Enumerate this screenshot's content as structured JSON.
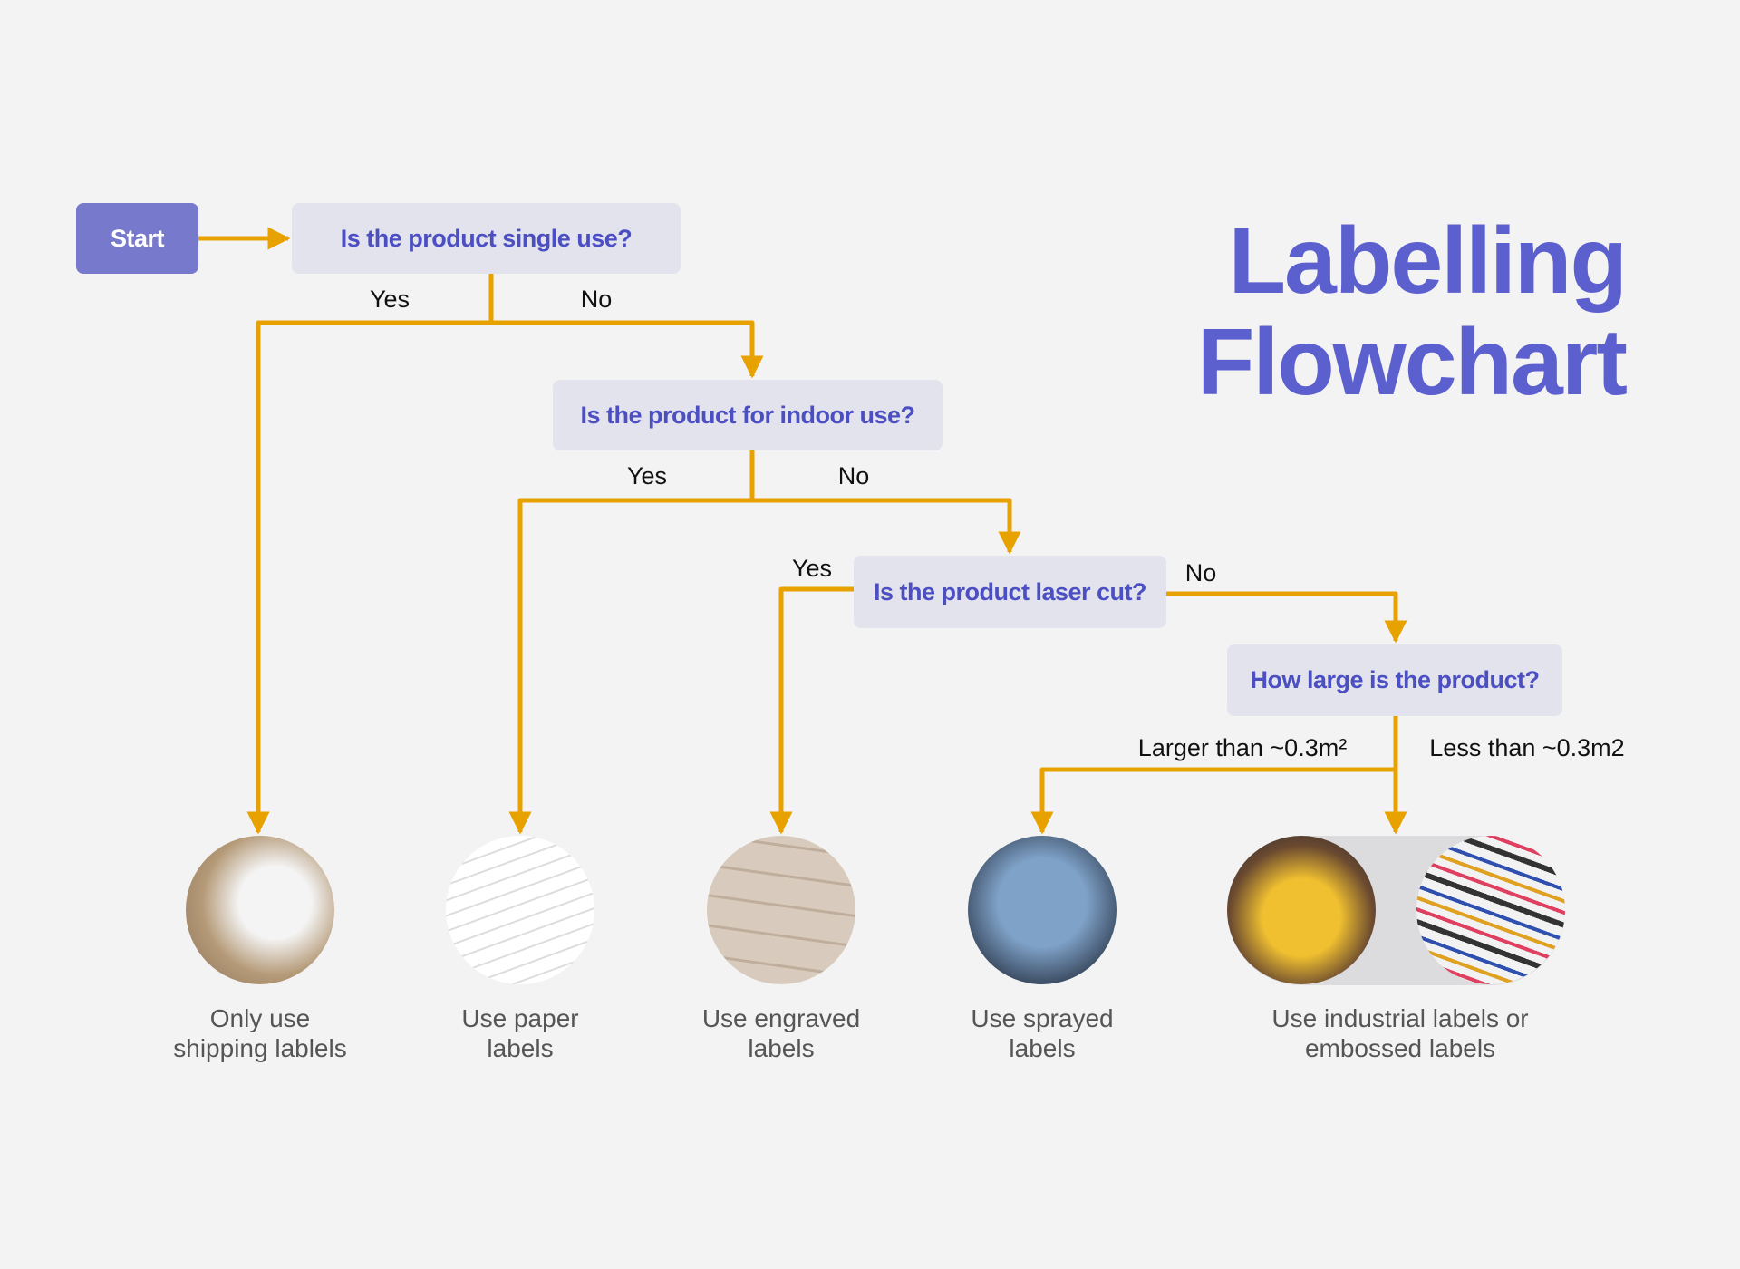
{
  "title": {
    "line1": "Labelling",
    "line2": "Flowchart"
  },
  "start": "Start",
  "questions": {
    "q1": "Is the product single use?",
    "q2": "Is the product for indoor use?",
    "q3": "Is the product laser cut?",
    "q4": "How large is the product?"
  },
  "branches": {
    "q1_yes": "Yes",
    "q1_no": "No",
    "q2_yes": "Yes",
    "q2_no": "No",
    "q3_yes": "Yes",
    "q3_no": "No",
    "q4_large": "Larger than ~0.3m²",
    "q4_small": "Less than ~0.3m2"
  },
  "outcomes": [
    {
      "line1": "Only use",
      "line2": "shipping lablels"
    },
    {
      "line1": "Use paper",
      "line2": "labels"
    },
    {
      "line1": "Use engraved",
      "line2": "labels"
    },
    {
      "line1": "Use sprayed",
      "line2": "labels"
    },
    {
      "line1": "Use industrial labels or",
      "line2": "embossed labels"
    }
  ],
  "colors": {
    "accent": "#e8a200",
    "question_bg": "#e3e3ee",
    "question_text": "#4b4fc2",
    "start_bg": "#7679cc"
  }
}
